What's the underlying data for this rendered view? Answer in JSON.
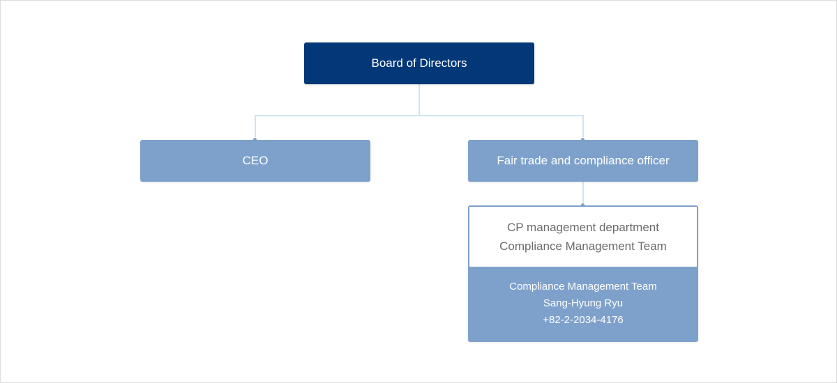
{
  "org_chart": {
    "board": {
      "label": "Board of Directors"
    },
    "ceo": {
      "label": "CEO"
    },
    "officer": {
      "label": "Fair trade and compliance officer"
    },
    "department": {
      "title_line1": "CP management department",
      "title_line2": "Compliance Management Team",
      "contact": {
        "team": "Compliance Management Team",
        "name": "Sang-Hyung Ryu",
        "phone": "+82-2-2034-4176"
      }
    }
  },
  "colors": {
    "board_bg": "#023778",
    "node_bg": "#7ea1cc",
    "connector": "#cfe3f1",
    "dept_title_text": "#6b6b6b"
  }
}
